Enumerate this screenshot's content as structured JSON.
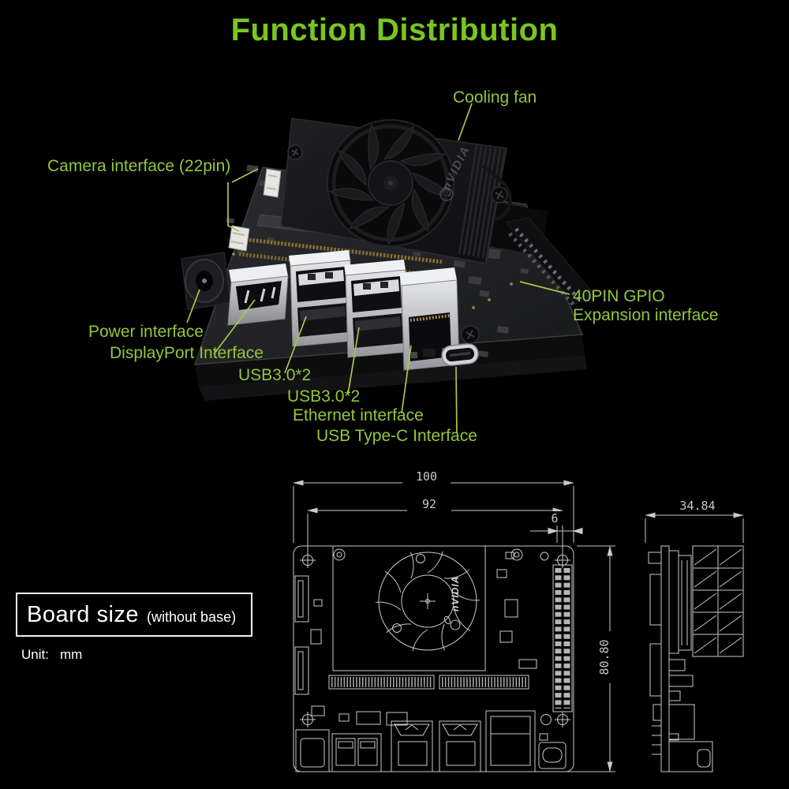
{
  "title": {
    "text": "Function Distribution"
  },
  "callouts": {
    "cooling_fan": "Cooling fan",
    "camera": "Camera interface (22pin)",
    "power": "Power interface",
    "displayport": "DisplayPort Interface",
    "usb3_top": "USB3.0*2",
    "usb3_bottom": "USB3.0*2",
    "ethernet": "Ethernet interface",
    "usb_type_c": "USB Type-C Interface",
    "gpio": "40PIN GPIO\nExpansion interface"
  },
  "board_photo": {
    "fan_logo": "nVIDIA"
  },
  "board_size": {
    "label": "Board size",
    "note": "(without base)",
    "unit_label": "Unit:",
    "unit_value": "mm"
  },
  "drawing": {
    "logo": "nVIDIA",
    "dimensions": {
      "outer_width": "100",
      "hole_span": "92",
      "edge_offset": "6",
      "board_height": "80.80",
      "side_width": "34.84"
    }
  },
  "colors": {
    "background": "#000000",
    "title_green": "#79c61e",
    "label_green": "#93c63c",
    "leader_green": "#a6c84b",
    "cad_line": "#c9c9c9"
  }
}
